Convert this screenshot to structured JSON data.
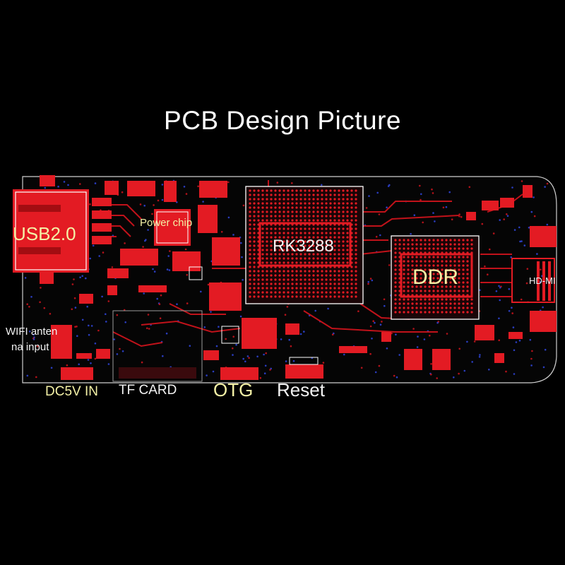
{
  "title": "PCB Design Picture",
  "labels": {
    "usb": "USB2.0",
    "power_chip": "Power chip",
    "cpu": "RK3288",
    "memory": "DDR",
    "hdmi": "HD-MI",
    "wifi_line1": "WIFI anten",
    "wifi_line2": "na input",
    "dc": "DC5V IN",
    "tf": "TF CARD",
    "otg": "OTG",
    "reset": "Reset"
  },
  "colors": {
    "background": "#000000",
    "copper": "#e8141e",
    "outline": "#d8d8d8",
    "via": "#2a3dbf",
    "label": "#f4f1a6"
  }
}
